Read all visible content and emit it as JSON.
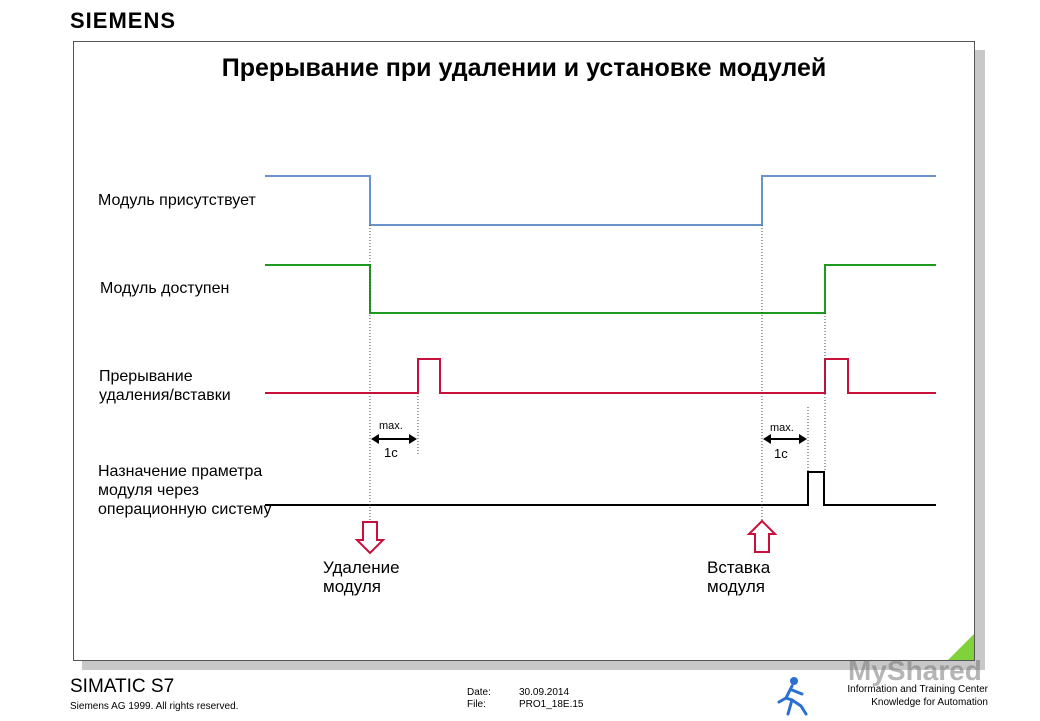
{
  "brand": {
    "logo_text": "SIEMENS",
    "watermark_text": "MyShared"
  },
  "title": "Прерывание при удалении и установке модулей",
  "signals": [
    {
      "label_lines": [
        "Модуль присутствует"
      ],
      "color": "#6a93cc"
    },
    {
      "label_lines": [
        "Модуль доступен"
      ],
      "color": "#1e9a1e"
    },
    {
      "label_lines": [
        "Прерывание",
        "удаления/вставки"
      ],
      "color": "#c8103a"
    },
    {
      "label_lines": [
        "Назначение праметра",
        "модуля через",
        "операционную систему"
      ],
      "color": "#000000"
    }
  ],
  "intervals": [
    {
      "max_label": "max.",
      "duration_label": "1c"
    },
    {
      "max_label": "max.",
      "duration_label": "1c"
    }
  ],
  "events": [
    {
      "label_lines": [
        "Удаление",
        "модуля"
      ],
      "arrow": "down"
    },
    {
      "label_lines": [
        "Вставка",
        "модуля"
      ],
      "arrow": "up"
    }
  ],
  "footer": {
    "product": "SIMATIC S7",
    "copyright": "Siemens AG 1999. All rights reserved.",
    "date_label": "Date:",
    "date_value": "30.09.2014",
    "file_label": "File:",
    "file_value": "PRO1_18E.15",
    "center_line1": "Information and Training Center",
    "center_line2": "Knowledge for Automation"
  },
  "colors": {
    "corner": "#7fd23a",
    "arrow": "#c8103a"
  }
}
